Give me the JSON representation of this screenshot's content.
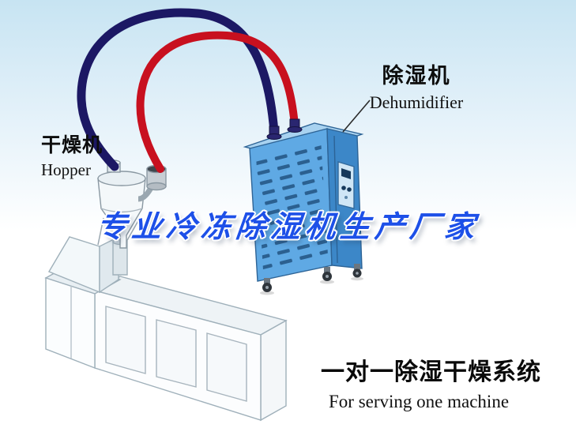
{
  "scene": {
    "headline": "专业冷冻除湿机生产厂家",
    "hopper_label": {
      "cn": "干燥机",
      "en": "Hopper"
    },
    "dehumidifier_label": {
      "cn": "除湿机",
      "en": "Dehumidifier"
    },
    "system_label": {
      "cn": "一对一除湿干燥系统",
      "en": "For serving one machine"
    }
  },
  "colors": {
    "headline_blue": "#1d50e8",
    "pipe_red": "#c8101f",
    "pipe_navy": "#1c1864",
    "cabinet_front": "#5fa9e4",
    "cabinet_side": "#3c87c8",
    "cabinet_top": "#a8d2f0",
    "vent_slat": "#1e4d7a",
    "background_top": "#c7e4f2",
    "label_black": "#0d0d0d"
  }
}
